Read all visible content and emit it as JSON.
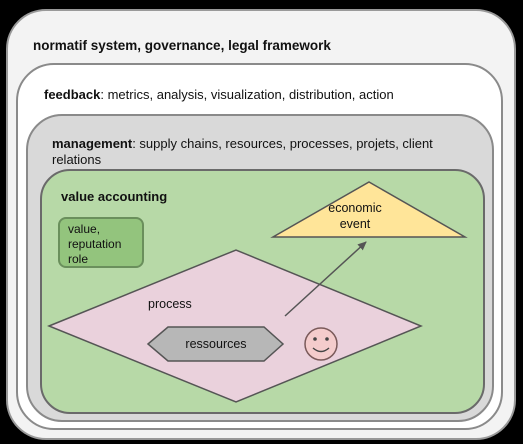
{
  "layers": {
    "normatif": {
      "title": "normatif system, governance, legal framework"
    },
    "feedback": {
      "title": "feedback",
      "detail": ": metrics, analysis, visualization, distribution, action"
    },
    "management": {
      "title": "management",
      "detail": ": supply chains, resources, processes, projets, client relations"
    },
    "value_accounting": {
      "title": "value accounting"
    }
  },
  "value_box": {
    "line1": "value,",
    "line2": "reputation",
    "line3": "role"
  },
  "economic_event": {
    "line1": "economic",
    "line2": "event"
  },
  "process": {
    "label": "process"
  },
  "resources": {
    "label": "ressources"
  },
  "colors": {
    "background": "#000000",
    "value_accounting_fill": "#b7d9a7",
    "value_box_fill": "#93c47d",
    "event_fill": "#ffe599",
    "process_fill": "#ead1dc",
    "resource_fill": "#b7b7b7",
    "smiley_fill": "#f4cccc"
  },
  "icons": {
    "smiley": "smiley-face-icon",
    "arrow": "arrow-icon"
  }
}
